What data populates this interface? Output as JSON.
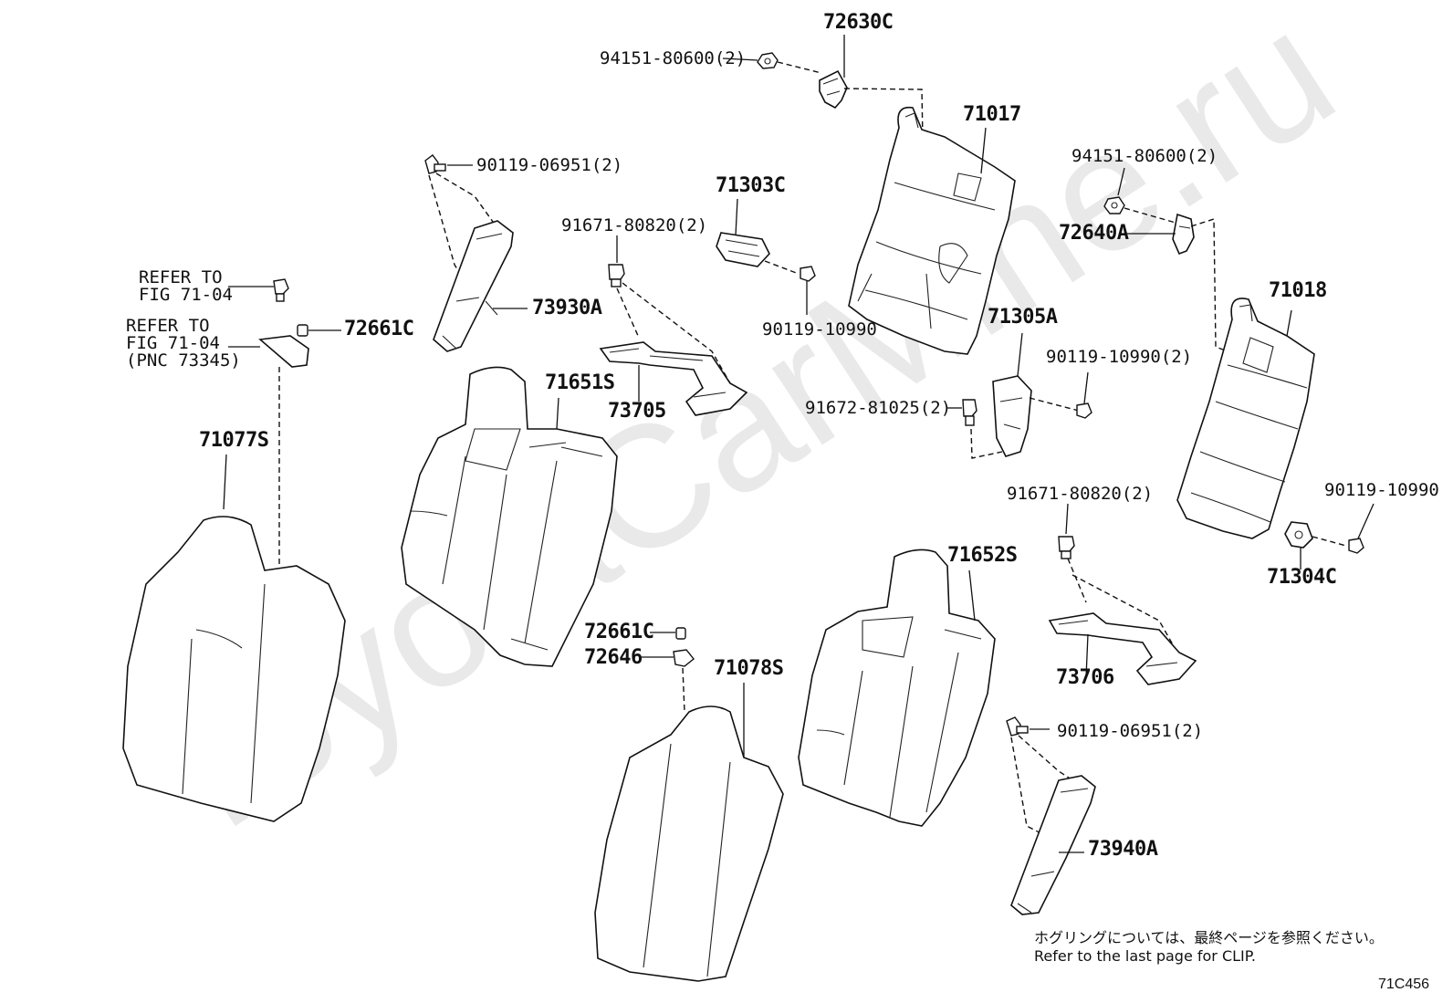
{
  "watermark": "ToyotaCarMine.ru",
  "labels": {
    "p72630C": "72630C",
    "p94151_top": "94151-80600(2)",
    "p71017": "71017",
    "p90119_06951_a": "90119-06951(2)",
    "p71303C": "71303C",
    "p91671_a": "91671-80820(2)",
    "p94151_right": "94151-80600(2)",
    "p72640A": "72640A",
    "p71018": "71018",
    "p73930A": "73930A",
    "p90119_10990_a": "90119-10990",
    "p71305A": "71305A",
    "p90119_10990_b": "90119-10990(2)",
    "p72661C_a": "72661C",
    "p71651S": "71651S",
    "p73705": "73705",
    "p91672": "91672-81025(2)",
    "p71077S": "71077S",
    "p91671_b": "91671-80820(2)",
    "p90119_10990_c": "90119-10990",
    "p71304C": "71304C",
    "p71652S": "71652S",
    "p72661C_b": "72661C",
    "p72646": "72646",
    "p71078S": "71078S",
    "p73706": "73706",
    "p90119_06951_b": "90119-06951(2)",
    "p73940A": "73940A",
    "refer1_l1": "REFER TO",
    "refer1_l2": "FIG 71-04",
    "refer2_l1": "REFER TO",
    "refer2_l2": "FIG 71-04",
    "refer2_l3": "(PNC 73345)"
  },
  "note": {
    "jp": "ホグリングについては、最終ページを参照ください。",
    "en": "Refer to the last page for CLIP."
  },
  "figure_code": "71C456"
}
